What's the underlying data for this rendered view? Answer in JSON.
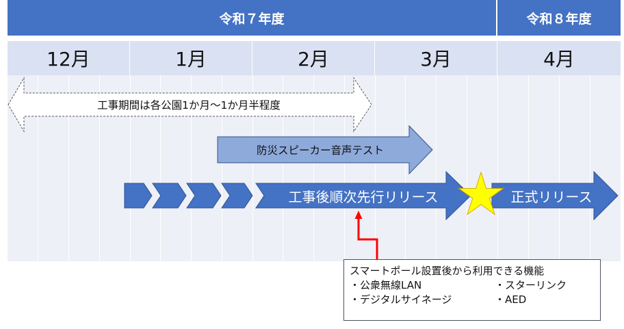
{
  "fiscal_years": [
    {
      "label": "令和７年度"
    },
    {
      "label": "令和８年度"
    }
  ],
  "months": [
    "12月",
    "1月",
    "2月",
    "3月",
    "4月"
  ],
  "bars": {
    "construction_period": "工事期間は各公園1か月～1か月半程度",
    "speaker_test": "防災スピーカー音声テスト",
    "sequential_release": "工事後順次先行リリース",
    "official_release": "正式リリース"
  },
  "callout": {
    "title": "スマートポール設置後から利用できる機能",
    "features": [
      "・公衆無線LAN",
      "・スターリンク",
      "・デジタルサイネージ",
      "・AED"
    ]
  },
  "colors": {
    "header_blue": "#4472c4",
    "month_band": "#d9e1f2",
    "chart_bg": "#edf0f6",
    "light_arrow": "#8eaadb",
    "dark_arrow": "#4472c4",
    "star": "#ffff00",
    "pointer": "#ff0000"
  }
}
